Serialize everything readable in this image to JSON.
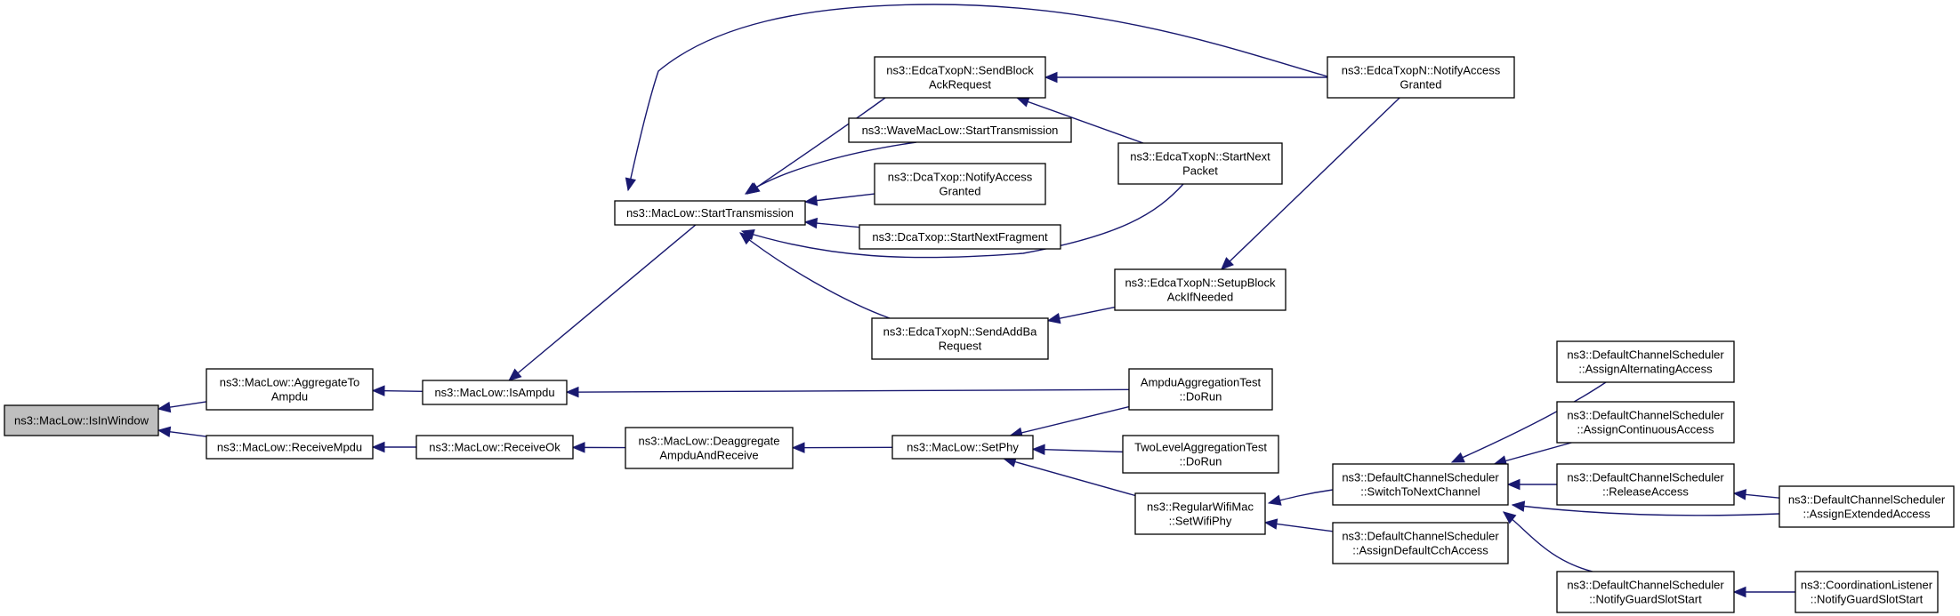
{
  "graph": {
    "nodes": [
      {
        "id": "IsInWindow",
        "lines": [
          "ns3::MacLow::IsInWindow"
        ],
        "root": true
      },
      {
        "id": "AggregateToAmpdu",
        "lines": [
          "ns3::MacLow::AggregateTo",
          "Ampdu"
        ]
      },
      {
        "id": "ReceiveMpdu",
        "lines": [
          "ns3::MacLow::ReceiveMpdu"
        ]
      },
      {
        "id": "IsAmpdu",
        "lines": [
          "ns3::MacLow::IsAmpdu"
        ]
      },
      {
        "id": "ReceiveOk",
        "lines": [
          "ns3::MacLow::ReceiveOk"
        ]
      },
      {
        "id": "Deaggregate",
        "lines": [
          "ns3::MacLow::Deaggregate",
          "AmpduAndReceive"
        ]
      },
      {
        "id": "StartTransmission",
        "lines": [
          "ns3::MacLow::StartTransmission"
        ]
      },
      {
        "id": "SetPhy",
        "lines": [
          "ns3::MacLow::SetPhy"
        ]
      },
      {
        "id": "SendBlockAckRequest",
        "lines": [
          "ns3::EdcaTxopN::SendBlock",
          "AckRequest"
        ]
      },
      {
        "id": "WaveStartTransmission",
        "lines": [
          "ns3::WaveMacLow::StartTransmission"
        ]
      },
      {
        "id": "DcaNotifyAccessGranted",
        "lines": [
          "ns3::DcaTxop::NotifyAccess",
          "Granted"
        ]
      },
      {
        "id": "DcaStartNextFragment",
        "lines": [
          "ns3::DcaTxop::StartNextFragment"
        ]
      },
      {
        "id": "SendAddBaRequest",
        "lines": [
          "ns3::EdcaTxopN::SendAddBa",
          "Request"
        ]
      },
      {
        "id": "EdcaNotifyAccessGranted",
        "lines": [
          "ns3::EdcaTxopN::NotifyAccess",
          "Granted"
        ]
      },
      {
        "id": "StartNextPacket",
        "lines": [
          "ns3::EdcaTxopN::StartNext",
          "Packet"
        ]
      },
      {
        "id": "SetupBlockAck",
        "lines": [
          "ns3::EdcaTxopN::SetupBlock",
          "AckIfNeeded"
        ]
      },
      {
        "id": "AmpduAggTest",
        "lines": [
          "AmpduAggregationTest",
          "::DoRun"
        ]
      },
      {
        "id": "TwoLevelAggTest",
        "lines": [
          "TwoLevelAggregationTest",
          "::DoRun"
        ]
      },
      {
        "id": "SetWifiPhy",
        "lines": [
          "ns3::RegularWifiMac",
          "::SetWifiPhy"
        ]
      },
      {
        "id": "SwitchToNextChannel",
        "lines": [
          "ns3::DefaultChannelScheduler",
          "::SwitchToNextChannel"
        ]
      },
      {
        "id": "AssignDefaultCch",
        "lines": [
          "ns3::DefaultChannelScheduler",
          "::AssignDefaultCchAccess"
        ]
      },
      {
        "id": "AssignAlternating",
        "lines": [
          "ns3::DefaultChannelScheduler",
          "::AssignAlternatingAccess"
        ]
      },
      {
        "id": "AssignContinuous",
        "lines": [
          "ns3::DefaultChannelScheduler",
          "::AssignContinuousAccess"
        ]
      },
      {
        "id": "ReleaseAccess",
        "lines": [
          "ns3::DefaultChannelScheduler",
          "::ReleaseAccess"
        ]
      },
      {
        "id": "NotifyGuardSlotStart",
        "lines": [
          "ns3::DefaultChannelScheduler",
          "::NotifyGuardSlotStart"
        ]
      },
      {
        "id": "AssignExtended",
        "lines": [
          "ns3::DefaultChannelScheduler",
          "::AssignExtendedAccess"
        ]
      },
      {
        "id": "CoordNotifyGuard",
        "lines": [
          "ns3::CoordinationListener",
          "::NotifyGuardSlotStart"
        ]
      }
    ],
    "edges": [
      {
        "from": "AggregateToAmpdu",
        "to": "IsInWindow"
      },
      {
        "from": "ReceiveMpdu",
        "to": "IsInWindow"
      },
      {
        "from": "IsAmpdu",
        "to": "AggregateToAmpdu"
      },
      {
        "from": "ReceiveOk",
        "to": "ReceiveMpdu"
      },
      {
        "from": "StartTransmission",
        "to": "IsAmpdu"
      },
      {
        "from": "AmpduAggTest",
        "to": "IsAmpdu"
      },
      {
        "from": "Deaggregate",
        "to": "ReceiveOk"
      },
      {
        "from": "SetPhy",
        "to": "Deaggregate"
      },
      {
        "from": "SendBlockAckRequest",
        "to": "StartTransmission"
      },
      {
        "from": "WaveStartTransmission",
        "to": "StartTransmission"
      },
      {
        "from": "DcaNotifyAccessGranted",
        "to": "StartTransmission"
      },
      {
        "from": "DcaStartNextFragment",
        "to": "StartTransmission"
      },
      {
        "from": "SendAddBaRequest",
        "to": "StartTransmission"
      },
      {
        "from": "EdcaNotifyAccessGranted",
        "to": "StartTransmission"
      },
      {
        "from": "StartNextPacket",
        "to": "StartTransmission"
      },
      {
        "from": "EdcaNotifyAccessGranted",
        "to": "SendBlockAckRequest"
      },
      {
        "from": "StartNextPacket",
        "to": "SendBlockAckRequest"
      },
      {
        "from": "SetupBlockAck",
        "to": "SendAddBaRequest"
      },
      {
        "from": "EdcaNotifyAccessGranted",
        "to": "SetupBlockAck"
      },
      {
        "from": "AmpduAggTest",
        "to": "SetPhy"
      },
      {
        "from": "TwoLevelAggTest",
        "to": "SetPhy"
      },
      {
        "from": "SetWifiPhy",
        "to": "SetPhy"
      },
      {
        "from": "SwitchToNextChannel",
        "to": "SetWifiPhy"
      },
      {
        "from": "AssignDefaultCch",
        "to": "SetWifiPhy"
      },
      {
        "from": "AssignAlternating",
        "to": "SwitchToNextChannel"
      },
      {
        "from": "AssignContinuous",
        "to": "SwitchToNextChannel"
      },
      {
        "from": "ReleaseAccess",
        "to": "SwitchToNextChannel"
      },
      {
        "from": "AssignExtended",
        "to": "SwitchToNextChannel"
      },
      {
        "from": "NotifyGuardSlotStart",
        "to": "SwitchToNextChannel"
      },
      {
        "from": "AssignExtended",
        "to": "ReleaseAccess"
      },
      {
        "from": "CoordNotifyGuard",
        "to": "NotifyGuardSlotStart"
      }
    ]
  }
}
